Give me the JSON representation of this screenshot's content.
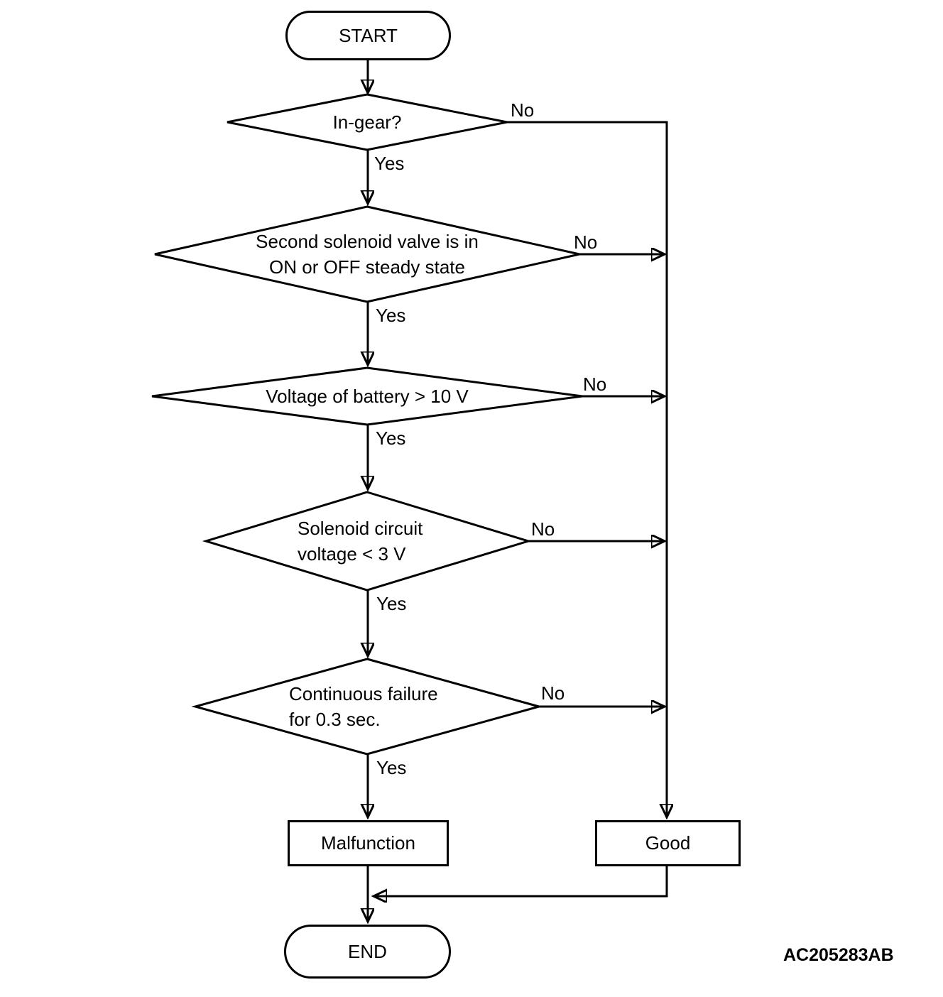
{
  "colors": {
    "background": "#ffffff",
    "line": "#000000",
    "text": "#000000"
  },
  "start": {
    "label": "START"
  },
  "decisions": [
    {
      "line1": "In-gear?",
      "yes": "Yes",
      "no": "No"
    },
    {
      "line1": "Second solenoid valve is in",
      "line2": "ON or OFF steady state",
      "yes": "Yes",
      "no": "No"
    },
    {
      "line1": "Voltage of battery > 10 V",
      "yes": "Yes",
      "no": "No"
    },
    {
      "line1": "Solenoid circuit",
      "line2": "voltage < 3 V",
      "yes": "Yes",
      "no": "No"
    },
    {
      "line1": "Continuous failure",
      "line2": "for 0.3 sec.",
      "yes": "Yes",
      "no": "No"
    }
  ],
  "outcomes": {
    "malfunction": "Malfunction",
    "good": "Good"
  },
  "end": {
    "label": "END"
  },
  "figure_code": "AC205283AB"
}
